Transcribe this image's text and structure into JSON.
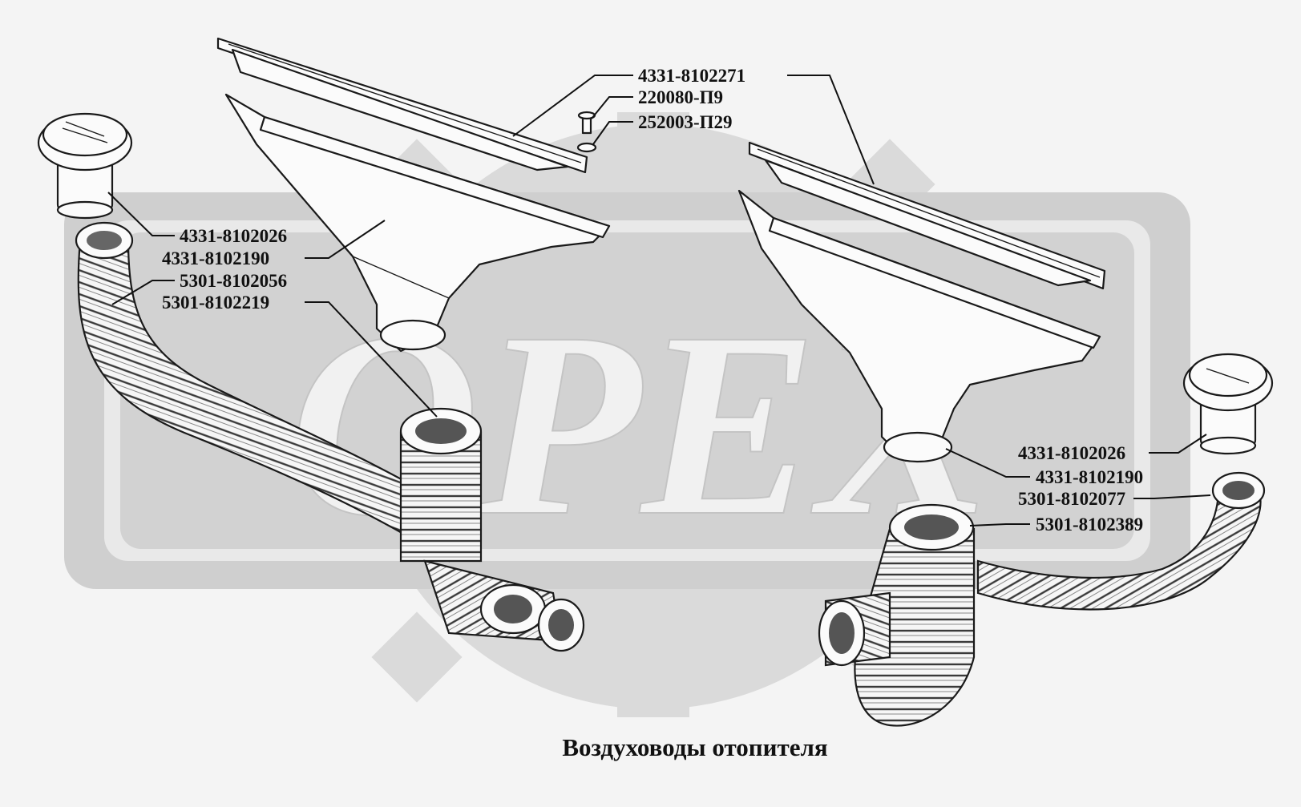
{
  "title": "Воздуховоды отопителя",
  "watermark": {
    "text": "ОРЕХ",
    "color": "#d9d9d9"
  },
  "colors": {
    "background": "#f4f4f4",
    "ink": "#111111"
  },
  "callouts": {
    "left_top_1": "4331-8102271",
    "left_top_2": "220080-П9",
    "left_top_3": "252003-П29",
    "left_1": "4331-8102026",
    "left_2": "4331-8102190",
    "left_3": "5301-8102056",
    "left_4": "5301-8102219",
    "right_1": "4331-8102026",
    "right_2": "4331-8102190",
    "right_3": "5301-8102077",
    "right_4": "5301-8102389"
  }
}
